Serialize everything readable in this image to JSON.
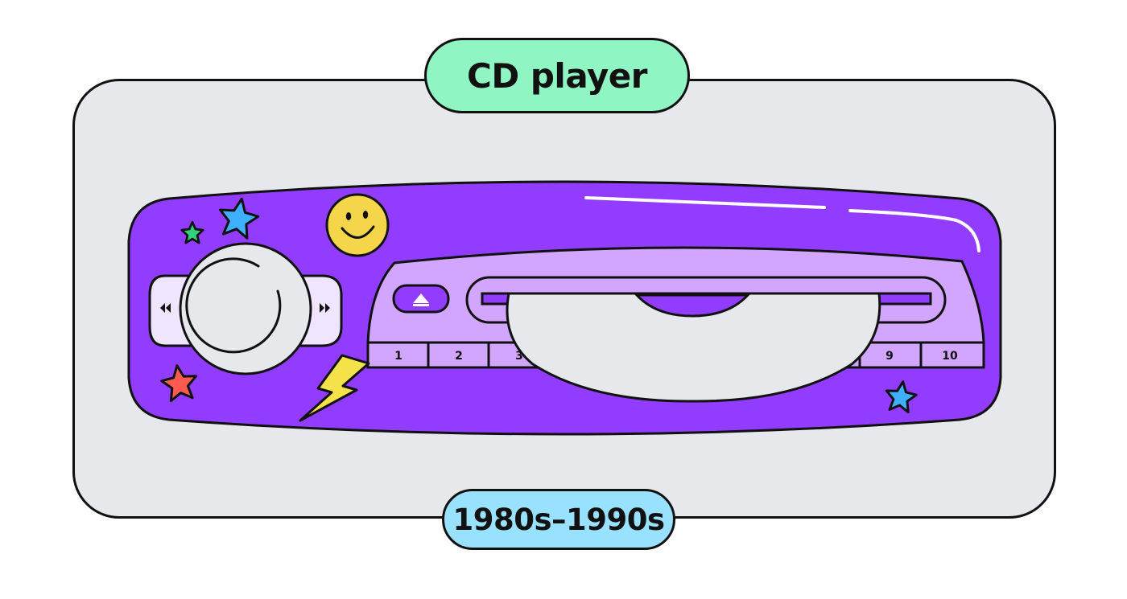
{
  "title": "CD player",
  "era": "1980s–1990s",
  "preset_buttons": [
    "1",
    "2",
    "3",
    "9",
    "10"
  ],
  "colors": {
    "background": "#e7e8ec",
    "title_pill": "#8ff5c3",
    "era_pill": "#99e2ff",
    "player_body": "#923cff",
    "faceplate": "#d2a5ff",
    "disc": "#e7e8ec",
    "smiley": "#f5d64a",
    "bolt": "#f5e24a"
  },
  "icons": [
    "rewind-icon",
    "fast-forward-icon",
    "eject-icon",
    "star-icon",
    "smiley-icon",
    "lightning-bolt-icon"
  ]
}
